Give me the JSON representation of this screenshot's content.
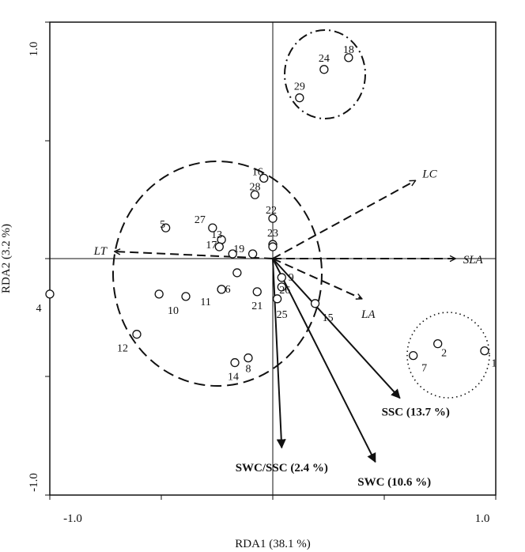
{
  "chart_data": {
    "type": "scatter",
    "xlabel": "RDA1 (38.1 %)",
    "ylabel": "RDA2 (3.2 %)",
    "xlim": [
      -1.0,
      1.0
    ],
    "ylim": [
      -1.0,
      1.0
    ],
    "x_ticks": [
      "-1.0",
      "1.0"
    ],
    "y_ticks": [
      "1.0",
      "-1.0"
    ],
    "grid": false,
    "legend": "none",
    "sites": [
      {
        "label": "1",
        "x": 0.95,
        "y": -0.39
      },
      {
        "label": "2",
        "x": 0.74,
        "y": -0.36
      },
      {
        "label": "4",
        "x": -1.0,
        "y": -0.15
      },
      {
        "label": "5",
        "x": -0.48,
        "y": 0.13
      },
      {
        "label": "6",
        "x": -0.23,
        "y": -0.13
      },
      {
        "label": "7",
        "x": 0.63,
        "y": -0.41
      },
      {
        "label": "8",
        "x": -0.11,
        "y": -0.42
      },
      {
        "label": "9",
        "x": 0.04,
        "y": -0.08
      },
      {
        "label": "10",
        "x": -0.39,
        "y": -0.16
      },
      {
        "label": "11",
        "x": -0.23,
        "y": -0.13
      },
      {
        "label": "12",
        "x": -0.61,
        "y": -0.32
      },
      {
        "label": "13",
        "x": -0.23,
        "y": 0.08
      },
      {
        "label": "14",
        "x": -0.17,
        "y": -0.44
      },
      {
        "label": "15",
        "x": 0.19,
        "y": -0.19
      },
      {
        "label": "16",
        "x": -0.04,
        "y": 0.34
      },
      {
        "label": "17",
        "x": -0.24,
        "y": 0.05
      },
      {
        "label": "18",
        "x": 0.34,
        "y": 0.85
      },
      {
        "label": "19",
        "x": -0.18,
        "y": 0.02
      },
      {
        "label": "21",
        "x": -0.07,
        "y": -0.14
      },
      {
        "label": "22",
        "x": 0.0,
        "y": 0.17
      },
      {
        "label": "23",
        "x": 0.0,
        "y": 0.06
      },
      {
        "label": "24",
        "x": 0.23,
        "y": 0.8
      },
      {
        "label": "25",
        "x": 0.02,
        "y": -0.17
      },
      {
        "label": "26",
        "x": 0.04,
        "y": -0.12
      },
      {
        "label": "27",
        "x": -0.27,
        "y": 0.13
      },
      {
        "label": "28",
        "x": -0.08,
        "y": 0.27
      },
      {
        "label": "29",
        "x": 0.12,
        "y": 0.68
      }
    ],
    "extra_markers": [
      {
        "x": -0.51,
        "y": -0.15
      },
      {
        "x": -0.09,
        "y": 0.02
      },
      {
        "x": 0.0,
        "y": 0.05
      },
      {
        "x": -0.16,
        "y": -0.06
      }
    ],
    "trait_arrows": [
      {
        "name": "LC",
        "x": 0.64,
        "y": 0.33
      },
      {
        "name": "LT",
        "x": -0.71,
        "y": 0.03
      },
      {
        "name": "SLA",
        "x": 0.82,
        "y": 0.0
      },
      {
        "name": "LA",
        "x": 0.4,
        "y": -0.17
      }
    ],
    "env_arrows": [
      {
        "name": "SSC (13.7 %)",
        "x": 0.57,
        "y": -0.59
      },
      {
        "name": "SWC (10.6 %)",
        "x": 0.46,
        "y": -0.86
      },
      {
        "name": "SWC/SSC (2.4 %)",
        "x": 0.04,
        "y": -0.8
      }
    ]
  }
}
